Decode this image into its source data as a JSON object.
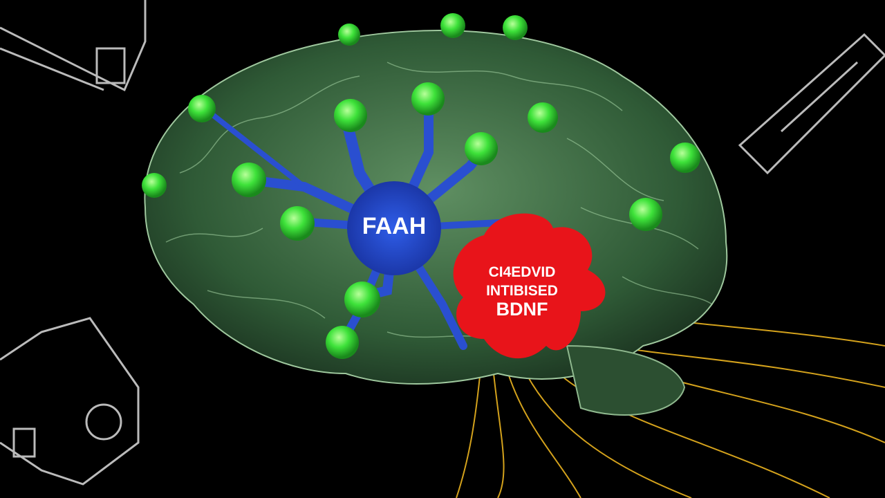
{
  "labels": {
    "center_node": "FAAH",
    "red_blob_line1": "CI4EDVID",
    "red_blob_line2": "INTIBISED",
    "red_blob_line3": "BDNF"
  },
  "colors": {
    "background": "#000000",
    "brain": "#3f6e45",
    "neuron": "#2a4fd0",
    "receptor": "#3ee23a",
    "blob": "#e8141a",
    "nerves": "#d4a21c"
  }
}
